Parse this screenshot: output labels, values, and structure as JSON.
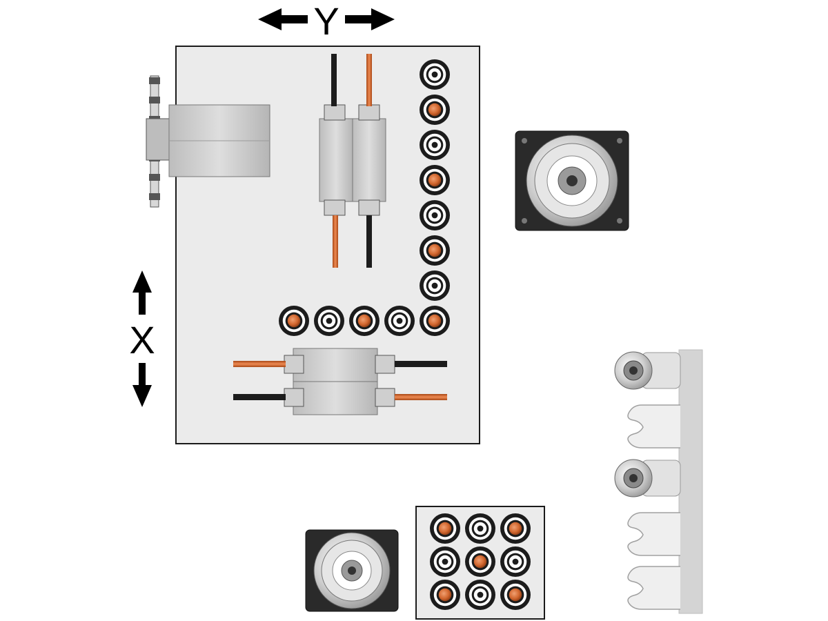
{
  "axes": {
    "y_label": "Y",
    "x_label": "X"
  },
  "colors": {
    "panel_fill": "#ebebeb",
    "panel_stroke": "#1a1a1a",
    "copper": "#d2672f",
    "black_tool": "#1c1c1c",
    "steel": "#c9c9c9",
    "rail": "#d4d4d4"
  },
  "tool_panel": {
    "drill_heads": [
      "vertical-unit",
      "horizontal-unit"
    ],
    "column_bushings": [
      "black",
      "copper",
      "black",
      "copper",
      "black",
      "copper",
      "black",
      "copper"
    ],
    "row_bushings": [
      "copper",
      "black",
      "copper",
      "black"
    ]
  },
  "bushing_grid": {
    "rows": [
      [
        "copper",
        "black",
        "copper"
      ],
      [
        "black",
        "copper",
        "black"
      ],
      [
        "copper",
        "black",
        "copper"
      ]
    ]
  },
  "tool_rack": {
    "slots": [
      "holder",
      "empty",
      "holder",
      "empty",
      "empty"
    ]
  }
}
